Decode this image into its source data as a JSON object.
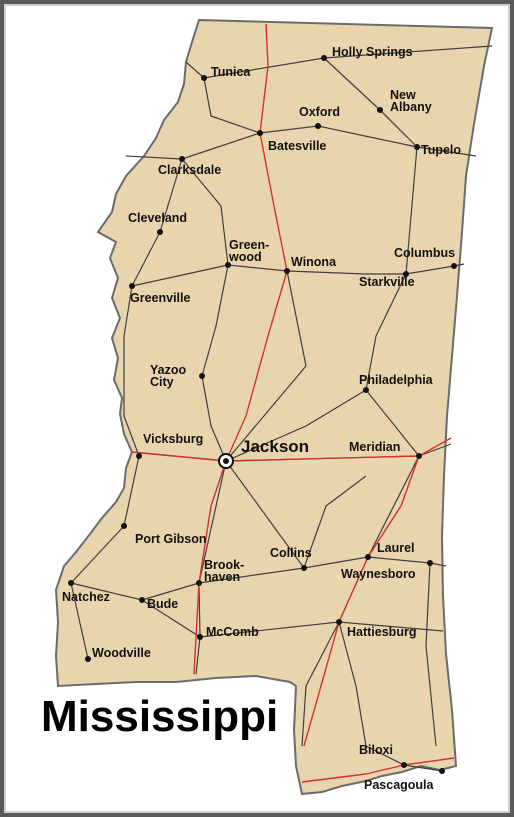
{
  "map": {
    "state_name": "Mississippi",
    "colors": {
      "land": "#e9d5ad",
      "border": "#6b6b6b",
      "highway": "#d0342c",
      "road": "#3f3f3f",
      "city_dot": "#111111",
      "frame": "#5a5a5a"
    },
    "capital": {
      "name": "Jackson",
      "icon": "capital-star-circle-icon"
    },
    "cities": [
      "Holly Springs",
      "Tunica",
      "New Albany",
      "Oxford",
      "Batesville",
      "Tupelo",
      "Clarksdale",
      "Cleveland",
      "Green-wood",
      "Winona",
      "Columbus",
      "Starkville",
      "Greenville",
      "Yazoo City",
      "Philadelphia",
      "Vicksburg",
      "Meridian",
      "Port Gibson",
      "Brook-haven",
      "Collins",
      "Laurel",
      "Waynesboro",
      "Natchez",
      "Bude",
      "McComb",
      "Hattiesburg",
      "Woodville",
      "Biloxi",
      "Pascagoula"
    ]
  }
}
